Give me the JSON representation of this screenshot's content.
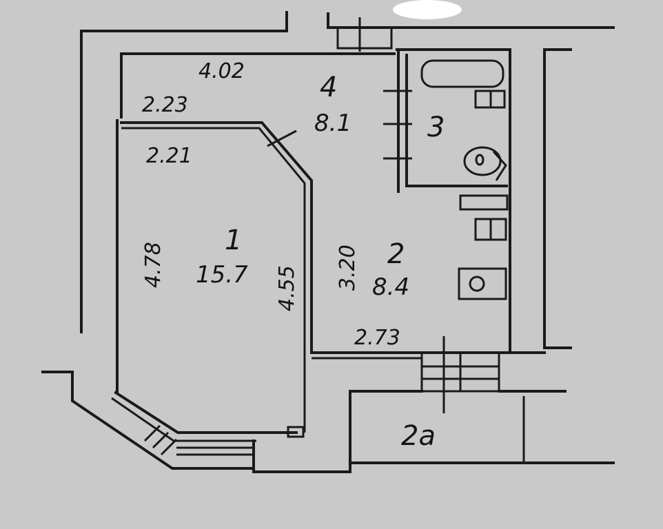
{
  "rooms": [
    {
      "number": "1",
      "area": "15.7"
    },
    {
      "number": "2",
      "area": "8.4"
    },
    {
      "number": "3"
    },
    {
      "number": "4",
      "area": "8.1"
    },
    {
      "number": "2a"
    }
  ],
  "dimensions": {
    "corridor_length": "4.02",
    "room1_top_outer": "2.23",
    "room1_top_inner": "2.21",
    "room1_left": "4.78",
    "room1_right": "4.55",
    "room2_height": "3.20",
    "room2_width": "2.73"
  },
  "colors": {
    "paper": "#c9c9c9",
    "ink": "#1a1a1a"
  }
}
